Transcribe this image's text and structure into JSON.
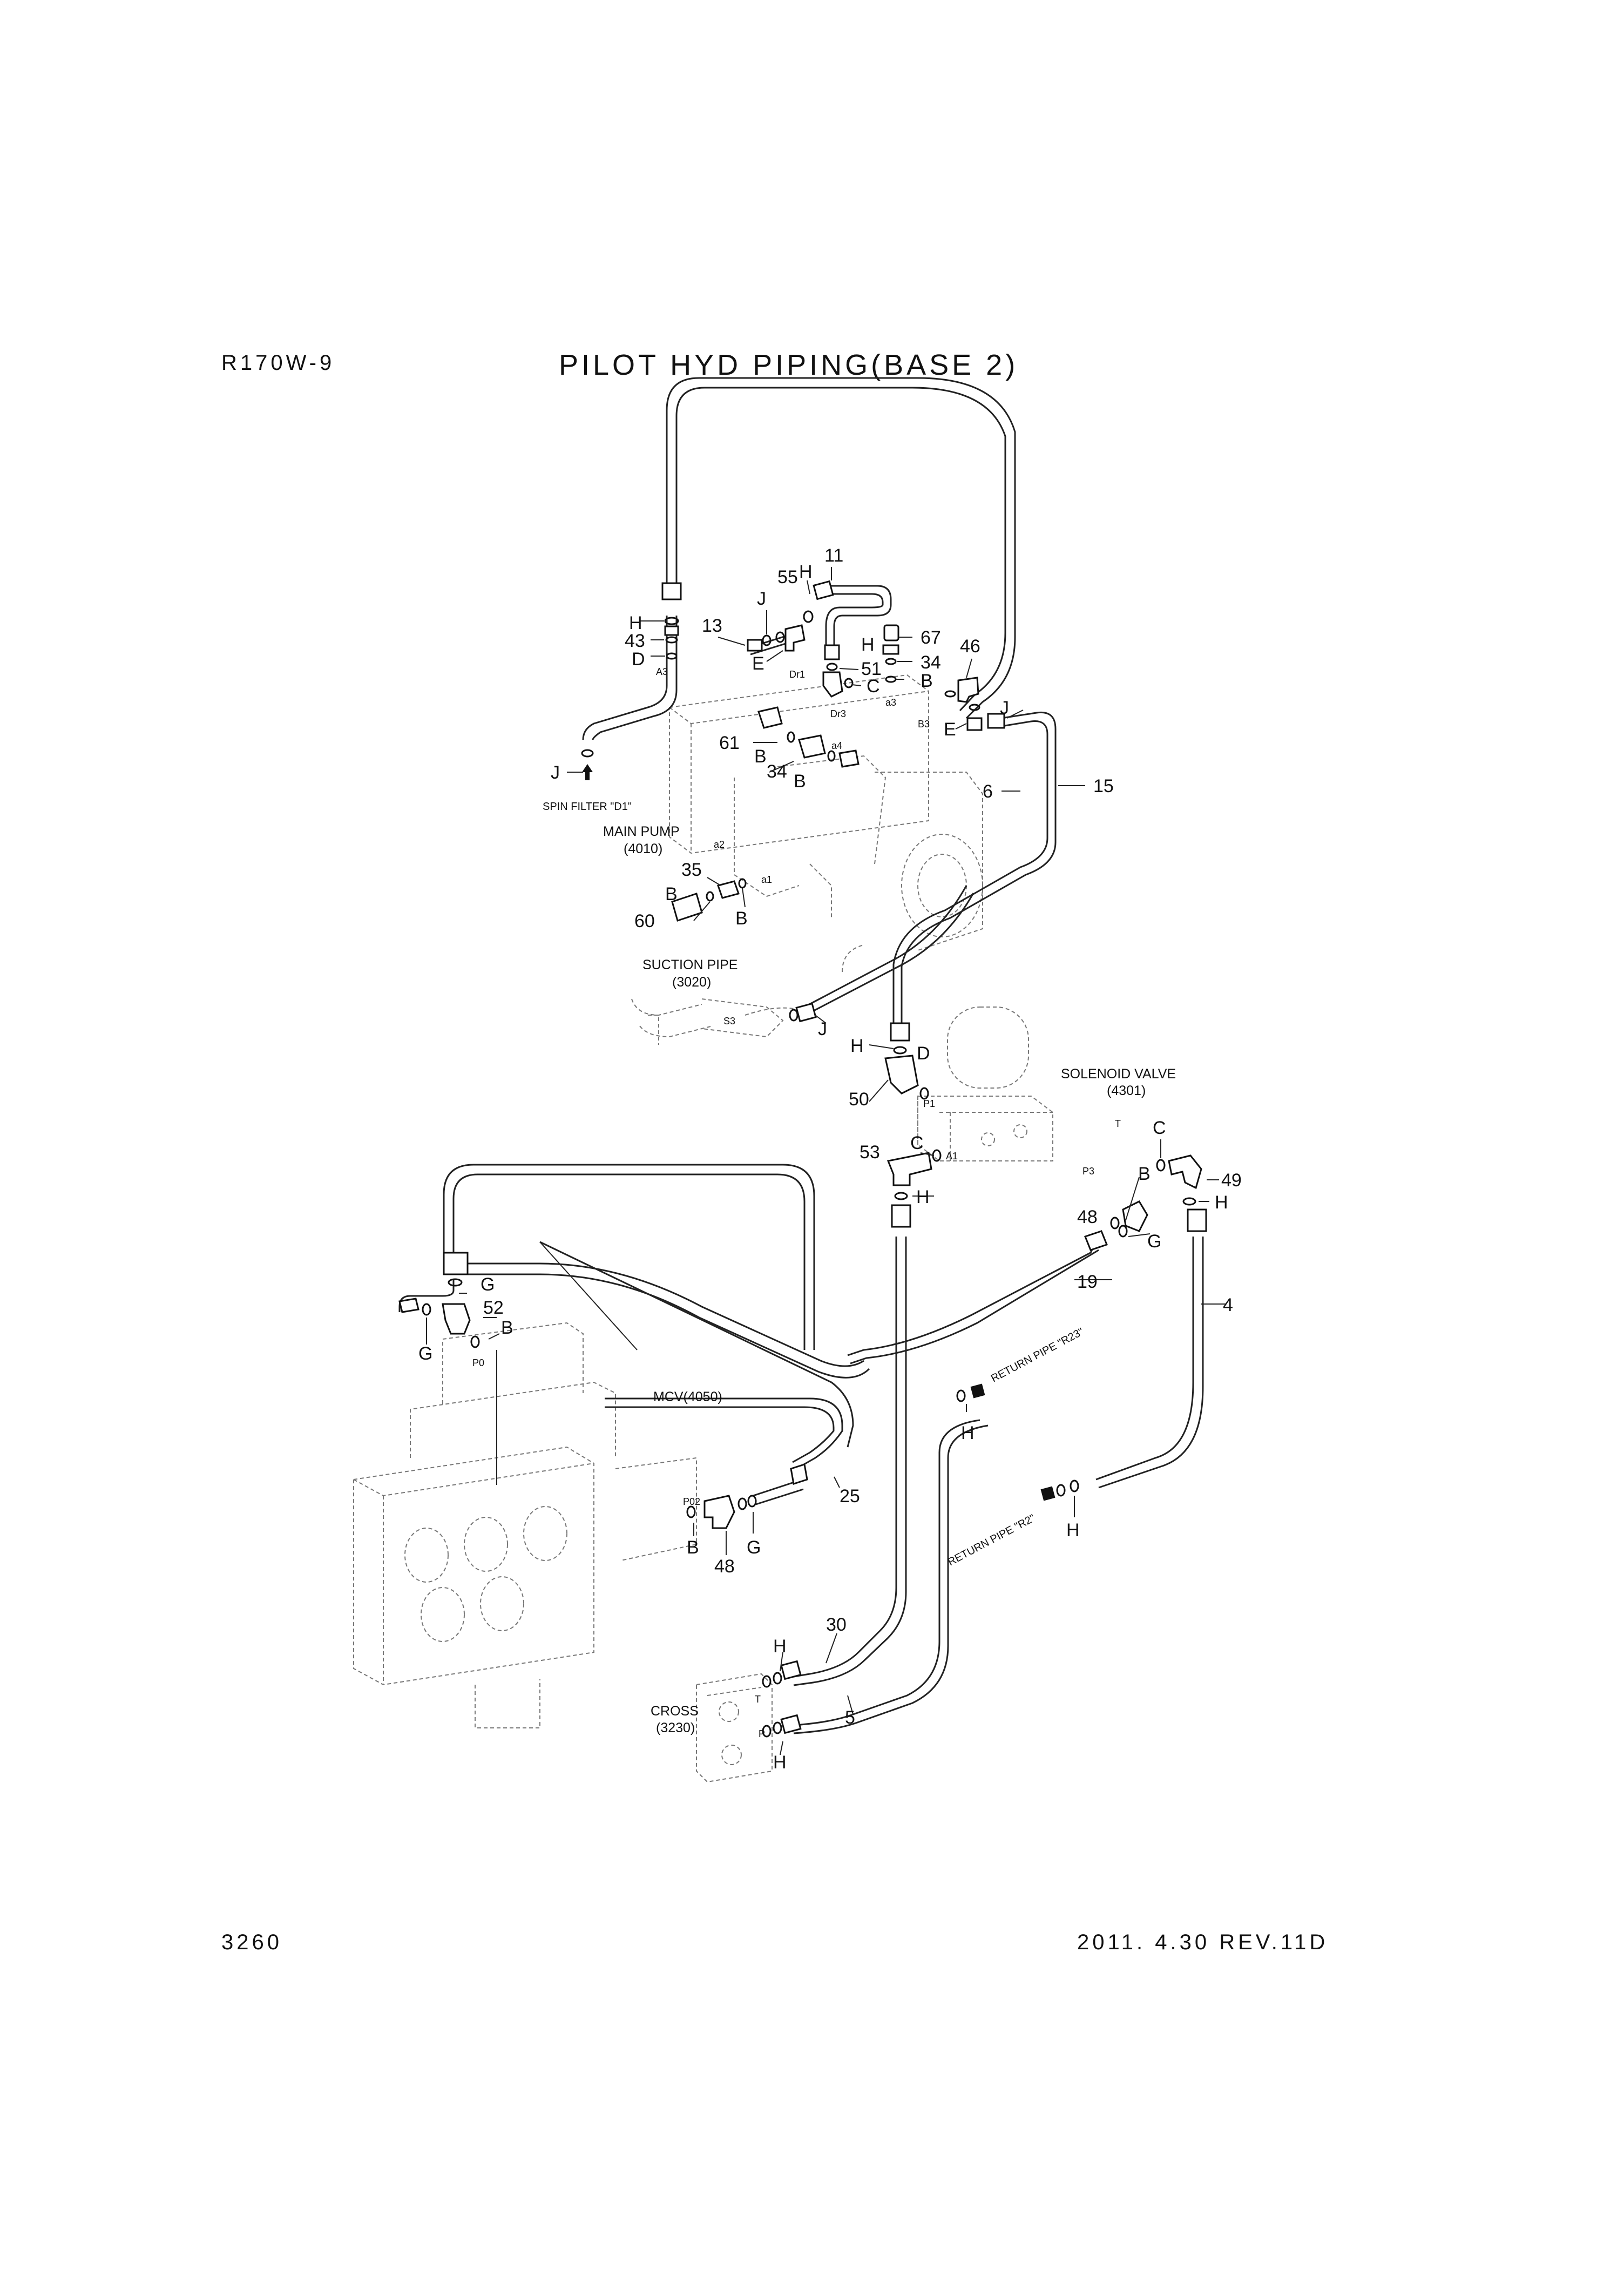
{
  "header": {
    "model": "R170W-9",
    "title": "PILOT HYD PIPING(BASE 2)"
  },
  "footer": {
    "page": "3260",
    "revision": "2011. 4.30  REV.11D"
  },
  "callouts": [
    {
      "id": "11",
      "label": "11"
    },
    {
      "id": "55",
      "label": "55"
    },
    {
      "id": "H-a",
      "label": "H"
    },
    {
      "id": "J-a",
      "label": "J"
    },
    {
      "id": "13",
      "label": "13"
    },
    {
      "id": "H-b",
      "label": "H"
    },
    {
      "id": "43",
      "label": "43"
    },
    {
      "id": "D-a",
      "label": "D"
    },
    {
      "id": "E-a",
      "label": "E"
    },
    {
      "id": "H-c",
      "label": "H"
    },
    {
      "id": "51",
      "label": "51"
    },
    {
      "id": "C-a",
      "label": "C"
    },
    {
      "id": "67",
      "label": "67"
    },
    {
      "id": "34-a",
      "label": "34"
    },
    {
      "id": "B-a",
      "label": "B"
    },
    {
      "id": "46",
      "label": "46"
    },
    {
      "id": "E-b",
      "label": "E"
    },
    {
      "id": "J-b",
      "label": "J"
    },
    {
      "id": "61",
      "label": "61"
    },
    {
      "id": "B-b",
      "label": "B"
    },
    {
      "id": "34-b",
      "label": "34"
    },
    {
      "id": "B-c",
      "label": "B"
    },
    {
      "id": "J-c",
      "label": "J"
    },
    {
      "id": "6",
      "label": "6"
    },
    {
      "id": "15",
      "label": "15"
    },
    {
      "id": "35",
      "label": "35"
    },
    {
      "id": "60",
      "label": "60"
    },
    {
      "id": "B-d",
      "label": "B"
    },
    {
      "id": "B-e",
      "label": "B"
    },
    {
      "id": "J-d",
      "label": "J"
    },
    {
      "id": "H-d",
      "label": "H"
    },
    {
      "id": "D-b",
      "label": "D"
    },
    {
      "id": "50",
      "label": "50"
    },
    {
      "id": "C-b",
      "label": "C"
    },
    {
      "id": "53",
      "label": "53"
    },
    {
      "id": "H-e",
      "label": "H"
    },
    {
      "id": "C-c",
      "label": "C"
    },
    {
      "id": "49",
      "label": "49"
    },
    {
      "id": "H-f",
      "label": "H"
    },
    {
      "id": "B-f",
      "label": "B"
    },
    {
      "id": "48-a",
      "label": "48"
    },
    {
      "id": "G-a",
      "label": "G"
    },
    {
      "id": "19",
      "label": "19"
    },
    {
      "id": "4",
      "label": "4"
    },
    {
      "id": "G-b",
      "label": "G"
    },
    {
      "id": "52",
      "label": "52"
    },
    {
      "id": "G-c",
      "label": "G"
    },
    {
      "id": "B-g",
      "label": "B"
    },
    {
      "id": "H-g",
      "label": "H"
    },
    {
      "id": "25",
      "label": "25"
    },
    {
      "id": "B-h",
      "label": "B"
    },
    {
      "id": "G-d",
      "label": "G"
    },
    {
      "id": "48-b",
      "label": "48"
    },
    {
      "id": "H-h",
      "label": "H"
    },
    {
      "id": "30",
      "label": "30"
    },
    {
      "id": "H-i",
      "label": "H"
    },
    {
      "id": "5",
      "label": "5"
    },
    {
      "id": "H-j",
      "label": "H"
    }
  ],
  "ports": [
    {
      "id": "A3",
      "label": "A3"
    },
    {
      "id": "Dr1",
      "label": "Dr1"
    },
    {
      "id": "Dr3",
      "label": "Dr3"
    },
    {
      "id": "a3",
      "label": "a3"
    },
    {
      "id": "B3",
      "label": "B3"
    },
    {
      "id": "a4",
      "label": "a4"
    },
    {
      "id": "a2",
      "label": "a2"
    },
    {
      "id": "a1",
      "label": "a1"
    },
    {
      "id": "S3",
      "label": "S3"
    },
    {
      "id": "P1",
      "label": "P1"
    },
    {
      "id": "A1",
      "label": "A1"
    },
    {
      "id": "T1",
      "label": "T"
    },
    {
      "id": "P3",
      "label": "P3"
    },
    {
      "id": "P0",
      "label": "P0"
    },
    {
      "id": "P02",
      "label": "P02"
    },
    {
      "id": "T2",
      "label": "T"
    },
    {
      "id": "P",
      "label": "P"
    }
  ],
  "components": {
    "spin_filter": "SPIN FILTER \"D1\"",
    "main_pump_name": "MAIN PUMP",
    "main_pump_code": "(4010)",
    "suction_pipe_name": "SUCTION PIPE",
    "suction_pipe_code": "(3020)",
    "solenoid_valve_name": "SOLENOID VALVE",
    "solenoid_valve_code": "(4301)",
    "mcv": "MCV(4050)",
    "cross_name": "CROSS",
    "cross_code": "(3230)",
    "return_pipe_r23": "RETURN PIPE \"R23\"",
    "return_pipe_r2": "RETURN PIPE \"R2\""
  }
}
